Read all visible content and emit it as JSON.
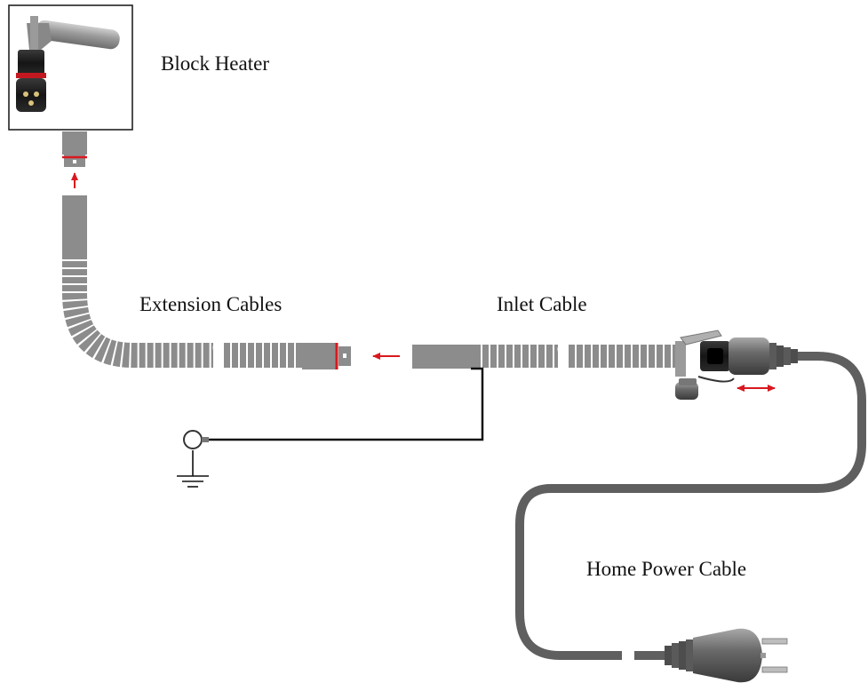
{
  "labels": {
    "block_heater": "Block Heater",
    "extension_cables": "Extension Cables",
    "inlet_cable": "Inlet Cable",
    "home_power_cable": "Home Power Cable"
  },
  "colors": {
    "cable_grey": "#8c8c8c",
    "cable_dark": "#5f5f5f",
    "arrow_red": "#d9181f",
    "ground_wire": "#111111",
    "frame": "#222222"
  },
  "icons": [
    "block-heater-icon",
    "ground-symbol-icon",
    "ring-terminal-icon",
    "schuko-plug-icon",
    "inlet-socket-icon"
  ]
}
